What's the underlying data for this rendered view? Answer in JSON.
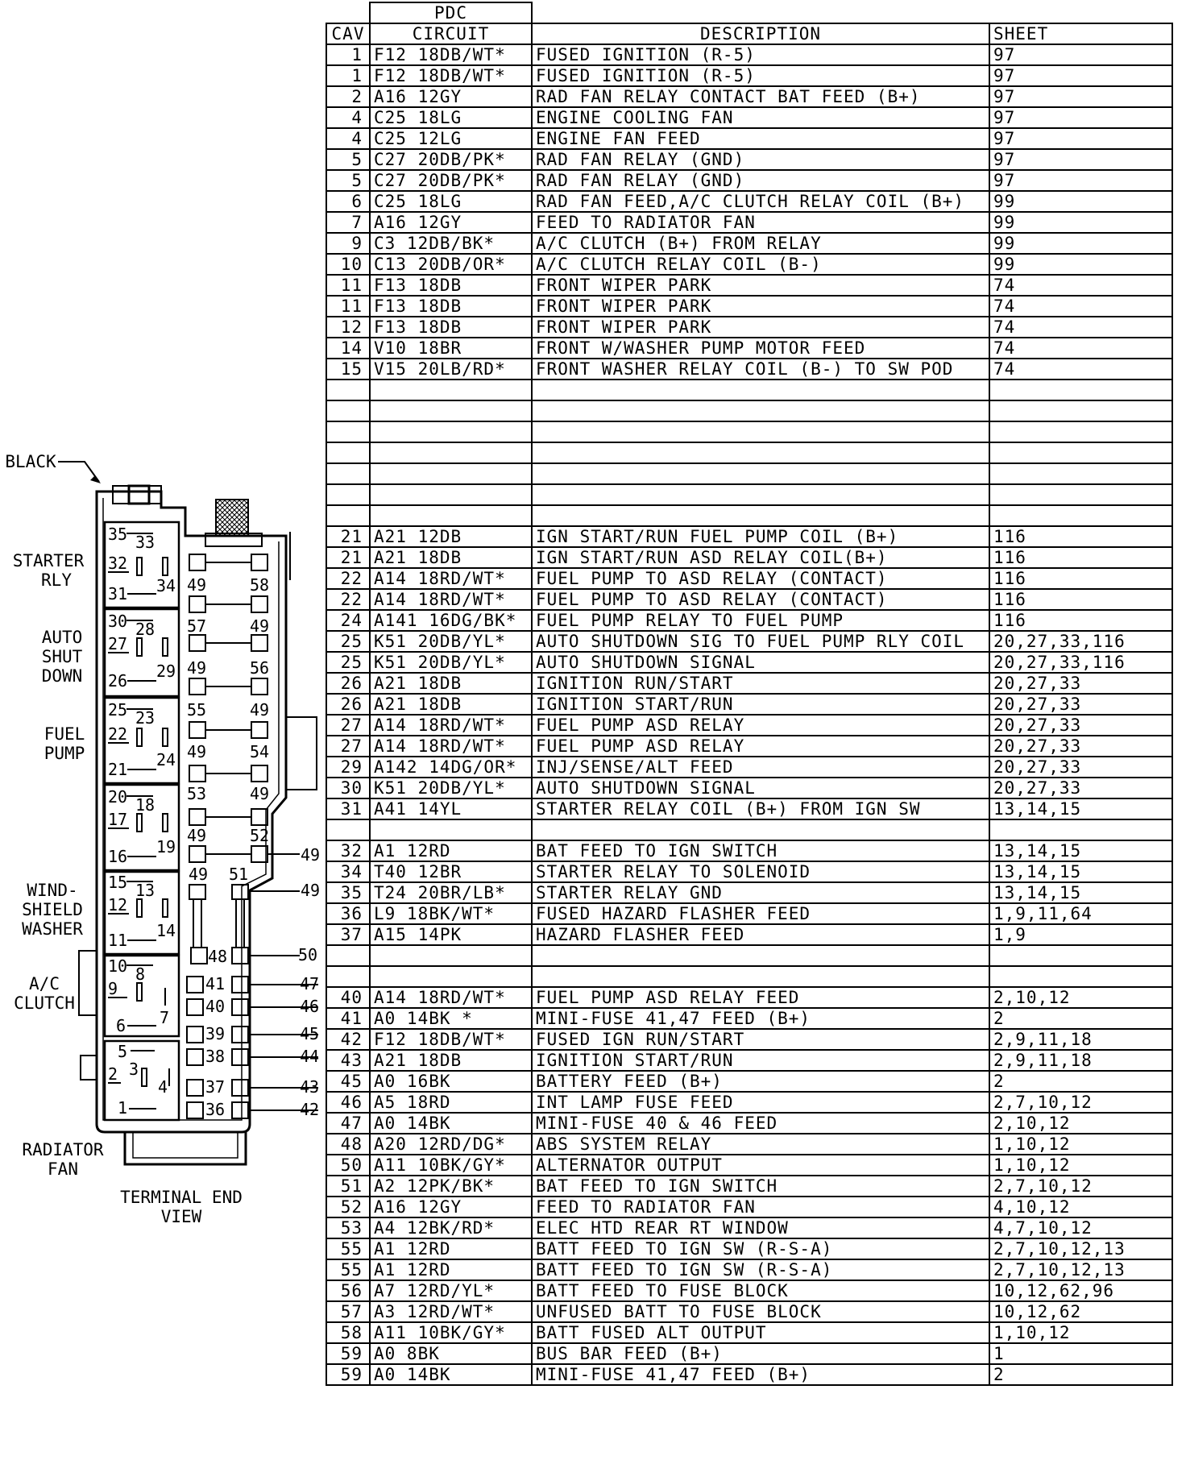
{
  "table": {
    "group_header": "PDC",
    "headers": [
      "CAV",
      "CIRCUIT",
      "DESCRIPTION",
      "SHEET"
    ],
    "rows": [
      [
        "1",
        "F12 18DB/WT*",
        "FUSED IGNITION (R-5)",
        "97"
      ],
      [
        "1",
        "F12 18DB/WT*",
        "FUSED IGNITION (R-5)",
        "97"
      ],
      [
        "2",
        "A16 12GY",
        "RAD FAN RELAY CONTACT BAT FEED (B+)",
        "97"
      ],
      [
        "4",
        "C25 18LG",
        "ENGINE COOLING FAN",
        "97"
      ],
      [
        "4",
        "C25 12LG",
        "ENGINE FAN FEED",
        "97"
      ],
      [
        "5",
        "C27 20DB/PK*",
        "RAD FAN RELAY (GND)",
        "97"
      ],
      [
        "5",
        "C27 20DB/PK*",
        "RAD FAN RELAY (GND)",
        "97"
      ],
      [
        "6",
        "C25 18LG",
        "RAD FAN FEED,A/C CLUTCH RELAY COIL (B+)",
        "99"
      ],
      [
        "7",
        "A16 12GY",
        "FEED TO RADIATOR FAN",
        "99"
      ],
      [
        "9",
        "C3 12DB/BK*",
        "A/C CLUTCH (B+) FROM RELAY",
        "99"
      ],
      [
        "10",
        "C13 20DB/OR*",
        "A/C CLUTCH RELAY COIL (B-)",
        "99"
      ],
      [
        "11",
        "F13 18DB",
        "FRONT WIPER PARK",
        "74"
      ],
      [
        "11",
        "F13 18DB",
        "FRONT WIPER PARK",
        "74"
      ],
      [
        "12",
        "F13 18DB",
        "FRONT WIPER PARK",
        "74"
      ],
      [
        "14",
        "V10 18BR",
        "FRONT W/WASHER PUMP MOTOR FEED",
        "74"
      ],
      [
        "15",
        "V15 20LB/RD*",
        "FRONT WASHER RELAY COIL (B-) TO SW POD",
        "74"
      ],
      [
        "",
        "",
        "",
        ""
      ],
      [
        "",
        "",
        "",
        ""
      ],
      [
        "",
        "",
        "",
        ""
      ],
      [
        "",
        "",
        "",
        ""
      ],
      [
        "",
        "",
        "",
        ""
      ],
      [
        "",
        "",
        "",
        ""
      ],
      [
        "",
        "",
        "",
        ""
      ],
      [
        "21",
        "A21 12DB",
        "IGN START/RUN FUEL PUMP COIL (B+)",
        "116"
      ],
      [
        "21",
        "A21 18DB",
        "IGN START/RUN ASD RELAY COIL(B+)",
        "116"
      ],
      [
        "22",
        "A14 18RD/WT*",
        "FUEL PUMP TO ASD RELAY (CONTACT)",
        "116"
      ],
      [
        "22",
        "A14 18RD/WT*",
        "FUEL PUMP TO ASD RELAY (CONTACT)",
        "116"
      ],
      [
        "24",
        "A141 16DG/BK*",
        "FUEL PUMP RELAY TO FUEL PUMP",
        "116"
      ],
      [
        "25",
        "K51 20DB/YL*",
        "AUTO SHUTDOWN SIG TO FUEL PUMP RLY COIL",
        "20,27,33,116"
      ],
      [
        "25",
        "K51 20DB/YL*",
        "AUTO SHUTDOWN SIGNAL",
        "20,27,33,116"
      ],
      [
        "26",
        "A21 18DB",
        "IGNITION RUN/START",
        "20,27,33"
      ],
      [
        "26",
        "A21 18DB",
        "IGNITION START/RUN",
        "20,27,33"
      ],
      [
        "27",
        "A14 18RD/WT*",
        "FUEL PUMP ASD RELAY",
        "20,27,33"
      ],
      [
        "27",
        "A14 18RD/WT*",
        "FUEL PUMP ASD RELAY",
        "20,27,33"
      ],
      [
        "29",
        "A142 14DG/OR*",
        "INJ/SENSE/ALT FEED",
        "20,27,33"
      ],
      [
        "30",
        "K51 20DB/YL*",
        "AUTO SHUTDOWN SIGNAL",
        "20,27,33"
      ],
      [
        "31",
        "A41 14YL",
        "STARTER RELAY COIL (B+) FROM IGN SW",
        "13,14,15"
      ],
      [
        "",
        "",
        "",
        ""
      ],
      [
        "32",
        "A1 12RD",
        "BAT FEED TO IGN SWITCH",
        "13,14,15"
      ],
      [
        "34",
        "T40 12BR",
        "STARTER RELAY TO SOLENOID",
        "13,14,15"
      ],
      [
        "35",
        "T24 20BR/LB*",
        "STARTER RELAY GND",
        "13,14,15"
      ],
      [
        "36",
        "L9 18BK/WT*",
        "FUSED HAZARD FLASHER FEED",
        "1,9,11,64"
      ],
      [
        "37",
        "A15 14PK",
        "HAZARD FLASHER FEED",
        "1,9"
      ],
      [
        "",
        "",
        "",
        ""
      ],
      [
        "",
        "",
        "",
        ""
      ],
      [
        "40",
        "A14 18RD/WT*",
        "FUEL PUMP ASD RELAY FEED",
        "2,10,12"
      ],
      [
        "41",
        "A0 14BK *",
        "MINI-FUSE 41,47 FEED (B+)",
        "2"
      ],
      [
        "42",
        "F12 18DB/WT*",
        "FUSED IGN RUN/START",
        "2,9,11,18"
      ],
      [
        "43",
        "A21 18DB",
        "IGNITION START/RUN",
        "2,9,11,18"
      ],
      [
        "45",
        "A0 16BK",
        "BATTERY FEED (B+)",
        "2"
      ],
      [
        "46",
        "A5 18RD",
        "INT LAMP FUSE FEED",
        "2,7,10,12"
      ],
      [
        "47",
        "A0 14BK",
        "MINI-FUSE 40 & 46 FEED",
        "2,10,12"
      ],
      [
        "48",
        "A20 12RD/DG*",
        "ABS SYSTEM RELAY",
        "1,10,12"
      ],
      [
        "50",
        "A11 10BK/GY*",
        "ALTERNATOR OUTPUT",
        "1,10,12"
      ],
      [
        "51",
        "A2 12PK/BK*",
        "BAT FEED TO IGN SWITCH",
        "2,7,10,12"
      ],
      [
        "52",
        "A16 12GY",
        "FEED TO RADIATOR FAN",
        "4,10,12"
      ],
      [
        "53",
        "A4 12BK/RD*",
        "ELEC HTD REAR RT WINDOW",
        "4,7,10,12"
      ],
      [
        "55",
        "A1 12RD",
        "BATT FEED TO IGN SW (R-S-A)",
        "2,7,10,12,13"
      ],
      [
        "55",
        "A1 12RD",
        "BATT FEED TO IGN SW (R-S-A)",
        "2,7,10,12,13"
      ],
      [
        "56",
        "A7 12RD/YL*",
        "BATT FEED TO FUSE BLOCK",
        "10,12,62,96"
      ],
      [
        "57",
        "A3 12RD/WT*",
        "UNFUSED BATT TO FUSE BLOCK",
        "10,12,62"
      ],
      [
        "58",
        "A11 10BK/GY*",
        "BATT FUSED ALT OUTPUT",
        "1,10,12"
      ],
      [
        "59",
        "A0 8BK",
        "BUS BAR FEED (B+)",
        "1"
      ],
      [
        "59",
        "A0 14BK",
        "MINI-FUSE 41,47 FEED (B+)",
        "2"
      ]
    ]
  },
  "diagram": {
    "labels": {
      "black": "BLACK",
      "starter_rly": [
        "STARTER",
        "RLY"
      ],
      "auto_shut_down": [
        "AUTO",
        "SHUT",
        "DOWN"
      ],
      "fuel_pump": [
        "FUEL",
        "PUMP"
      ],
      "windshield_washer": [
        "WIND-",
        "SHIELD",
        "WASHER"
      ],
      "ac_clutch": [
        "A/C",
        "CLUTCH"
      ],
      "radiator_fan": [
        "RADIATOR",
        "FAN"
      ],
      "terminal_end_view": [
        "TERMINAL END",
        "VIEW"
      ]
    },
    "relay_pins": [
      [
        "35",
        "33",
        "32",
        "31",
        "34"
      ],
      [
        "30",
        "28",
        "27",
        "26",
        "29"
      ],
      [
        "25",
        "23",
        "22",
        "21",
        "24"
      ],
      [
        "20",
        "18",
        "17",
        "16",
        "19"
      ],
      [
        "15",
        "13",
        "12",
        "11",
        "14"
      ],
      [
        "10",
        "8",
        "9",
        "6",
        "7"
      ],
      [
        "5",
        "3",
        "2",
        "1",
        "4"
      ]
    ],
    "cavity_pairs": [
      [
        "49",
        "58"
      ],
      [
        "57",
        "49"
      ],
      [
        "49",
        "56"
      ],
      [
        "55",
        "49"
      ],
      [
        "49",
        "54"
      ],
      [
        "53",
        "49"
      ],
      [
        "49",
        "52"
      ]
    ],
    "lower_cavities": {
      "top": [
        "49",
        "51"
      ],
      "mid": [
        "48"
      ],
      "pairs": [
        [
          "41"
        ],
        [
          "40"
        ],
        [
          "39"
        ],
        [
          "38"
        ],
        [
          "37"
        ],
        [
          "36"
        ]
      ]
    },
    "side_callouts": [
      "49",
      "49",
      "50",
      "47",
      "46",
      "45",
      "44",
      "43",
      "42"
    ]
  }
}
